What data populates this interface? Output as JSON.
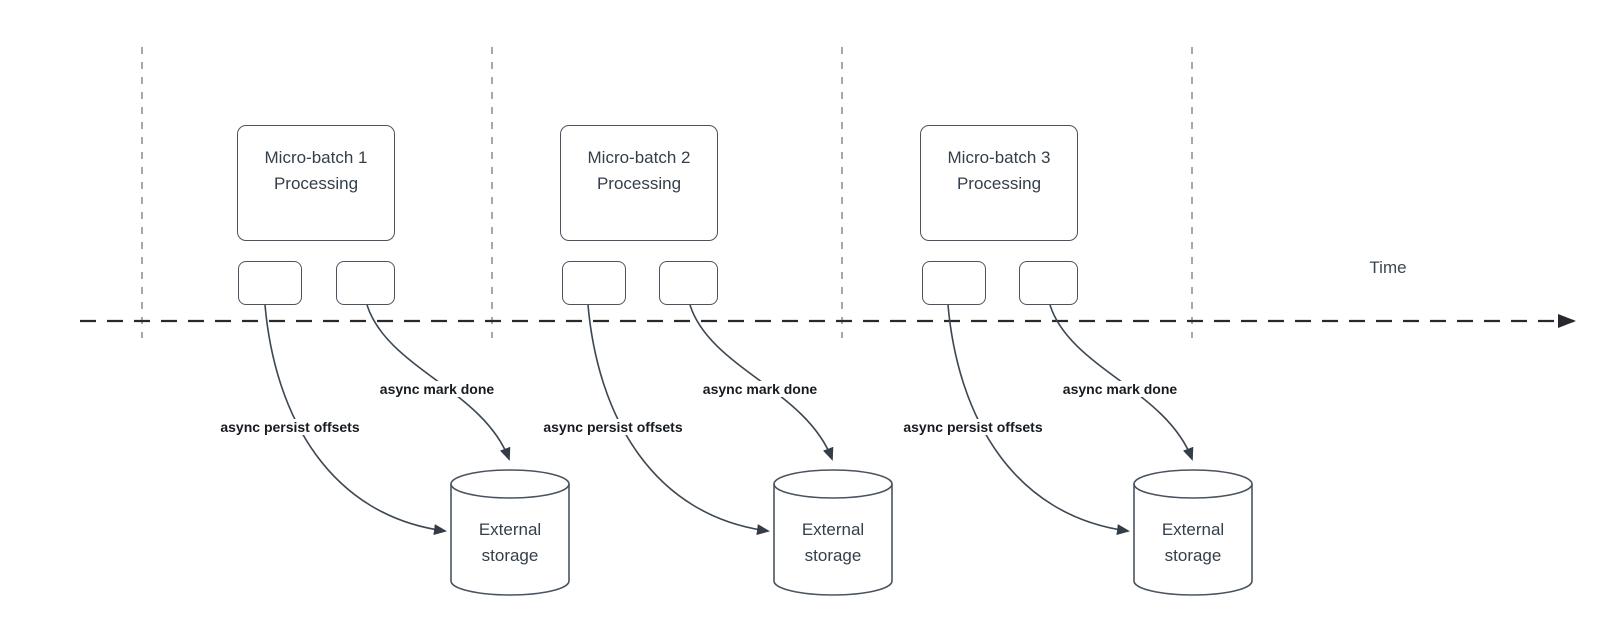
{
  "timeline": {
    "label": "Time"
  },
  "batches": [
    {
      "title_line1": "Micro-batch 1",
      "title_line2": "Processing",
      "persist_label": "async persist offsets",
      "mark_done_label": "async mark done",
      "storage_line1": "External",
      "storage_line2": "storage"
    },
    {
      "title_line1": "Micro-batch 2",
      "title_line2": "Processing",
      "persist_label": "async persist offsets",
      "mark_done_label": "async mark done",
      "storage_line1": "External",
      "storage_line2": "storage"
    },
    {
      "title_line1": "Micro-batch 3",
      "title_line2": "Processing",
      "persist_label": "async persist offsets",
      "mark_done_label": "async mark done",
      "storage_line1": "External",
      "storage_line2": "storage"
    }
  ],
  "colors": {
    "background": "#ffffff",
    "shape_stroke": "#4a545e",
    "curve_stroke": "#3d4751",
    "timeline_stroke": "#26292e",
    "guide_stroke": "#a8a8a8",
    "text": "#333f4a",
    "label_text": "#171b20"
  }
}
